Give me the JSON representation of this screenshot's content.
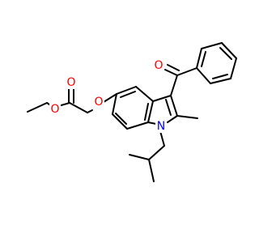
{
  "colors": {
    "background": "#ffffff",
    "bond": "#000000",
    "oxygen": "#ff0000",
    "nitrogen": "#0000ff"
  },
  "atoms": {
    "o_carbonyl_ester": "O",
    "o_ester": "O",
    "o_ether": "O",
    "o_ketone": "O",
    "n_indole": "N"
  }
}
